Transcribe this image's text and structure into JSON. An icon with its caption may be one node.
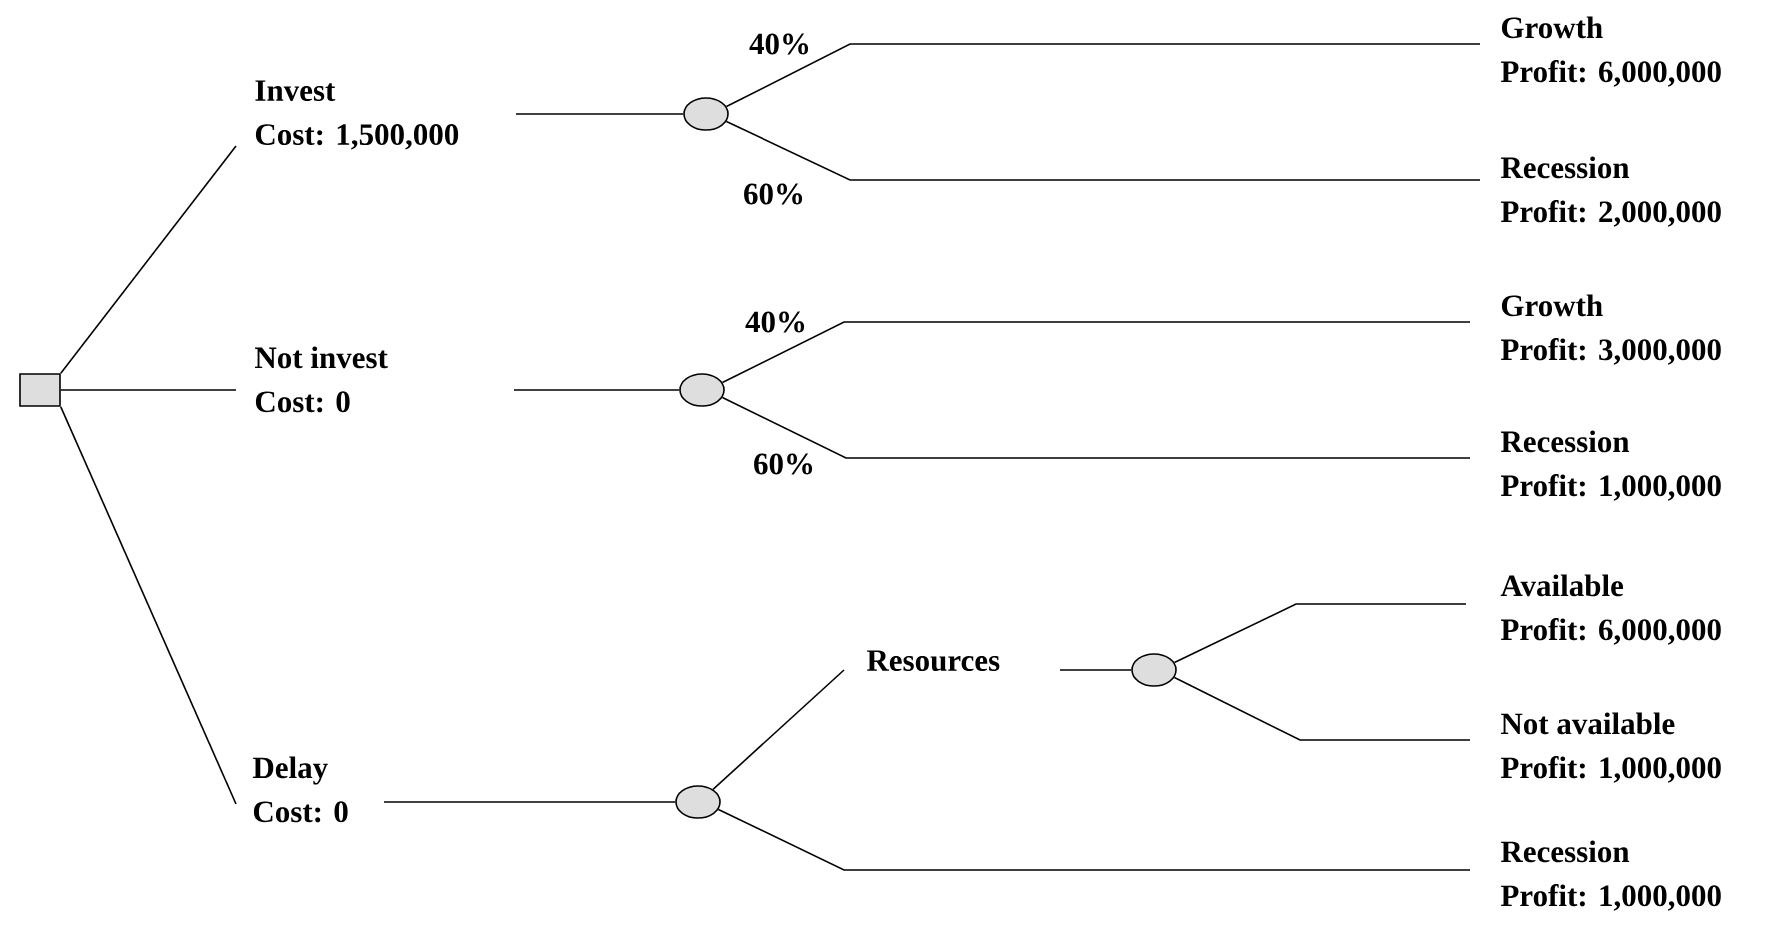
{
  "diagram": {
    "nodes": [
      {
        "text": [],
        "shape": "box"
      },
      {
        "text": [
          "Invest",
          "Cost: 1,500,000"
        ]
      },
      {
        "text": [
          "Not invest",
          "Cost: 0"
        ]
      },
      {
        "text": [
          "Delay",
          "Cost: 0"
        ]
      },
      {
        "text": [],
        "shape": "circle"
      },
      {
        "text": [],
        "shape": "circle"
      },
      {
        "text": [],
        "shape": "circle"
      },
      {
        "text": [
          "Growth",
          "Profit: 6,000,000"
        ]
      },
      {
        "text": [
          "Recession",
          "Profit: 2,000,000"
        ]
      },
      {
        "text": [
          "Growth",
          "Profit: 3,000,000"
        ]
      },
      {
        "text": [
          "Recession",
          "Profit: 1,000,000"
        ]
      },
      {
        "text": [
          "Resources"
        ]
      },
      {
        "text": [],
        "shape": "circle"
      },
      {
        "text": [
          "Available",
          "Profit: 6,000,000"
        ]
      },
      {
        "text": [
          "Not available",
          "Profit: 1,000,000"
        ]
      },
      {
        "text": [
          "Recession",
          "Profit: 1,000,000"
        ]
      }
    ],
    "edges": [
      {
        "from": 0,
        "to": 1,
        "arrow": "none"
      },
      {
        "from": 0,
        "to": 2,
        "arrow": "none"
      },
      {
        "from": 0,
        "to": 3,
        "arrow": "none"
      },
      {
        "from": 1,
        "to": 4,
        "arrow": "none"
      },
      {
        "from": 2,
        "to": 5,
        "arrow": "none"
      },
      {
        "from": 3,
        "to": 6,
        "arrow": "none"
      },
      {
        "from": 4,
        "to": 7,
        "arrow": "none",
        "label": "40%"
      },
      {
        "from": 4,
        "to": 8,
        "arrow": "none",
        "label": "60%"
      },
      {
        "from": 5,
        "to": 9,
        "arrow": "none",
        "label": "40%"
      },
      {
        "from": 5,
        "to": 10,
        "arrow": "none",
        "label": "60%"
      },
      {
        "from": 6,
        "to": 11,
        "arrow": "none"
      },
      {
        "from": 6,
        "to": 15,
        "arrow": "none"
      },
      {
        "from": 11,
        "to": 12,
        "arrow": "none"
      },
      {
        "from": 12,
        "to": 13,
        "arrow": "none"
      },
      {
        "from": 12,
        "to": 14,
        "arrow": "none"
      }
    ]
  }
}
